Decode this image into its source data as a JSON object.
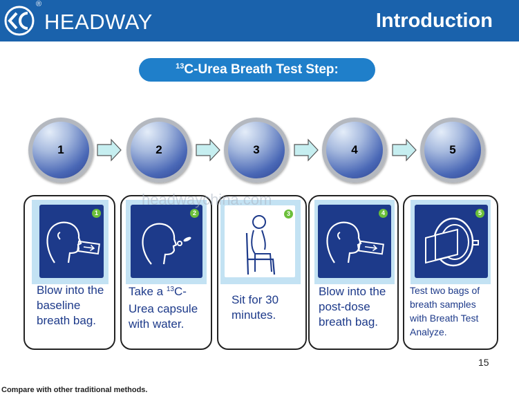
{
  "header": {
    "brand": "HEADWAY",
    "logo_text": "EC",
    "registered": "®",
    "title": "Introduction"
  },
  "pill": {
    "superscript": "13",
    "text": "C-Urea Breath Test Step:"
  },
  "steps": [
    {
      "number": "1",
      "badge": "1",
      "icon": "breath-into-bag-icon",
      "lines": [
        "Blow into the",
        "baseline",
        "breath bag."
      ]
    },
    {
      "number": "2",
      "badge": "2",
      "icon": "swallow-capsule-icon",
      "lines": [
        "Take a ",
        "13",
        "C-",
        "Urea capsule",
        "with water."
      ]
    },
    {
      "number": "3",
      "badge": "3",
      "icon": "seated-person-icon",
      "lines": [
        "Sit for 30",
        "minutes."
      ]
    },
    {
      "number": "4",
      "badge": "4",
      "icon": "breath-into-bag-icon",
      "lines": [
        "Blow into the",
        "post-dose",
        "breath bag."
      ]
    },
    {
      "number": "5",
      "badge": "5",
      "icon": "analyzer-icon",
      "lines": [
        "Test two bags of",
        "breath samples",
        "with Breath Test",
        "Analyze."
      ]
    }
  ],
  "watermark": "headwaychina.com",
  "slide_number": "15",
  "caption": "Compare with other traditional methods.",
  "colors": {
    "header_bg": "#1a62ac",
    "pill_bg": "#1f7fca",
    "icon_bg": "#1d3a8a",
    "icon_frame": "#c3e2f3",
    "caption_text": "#1d3a8a",
    "badge": "#6bbf3a"
  }
}
